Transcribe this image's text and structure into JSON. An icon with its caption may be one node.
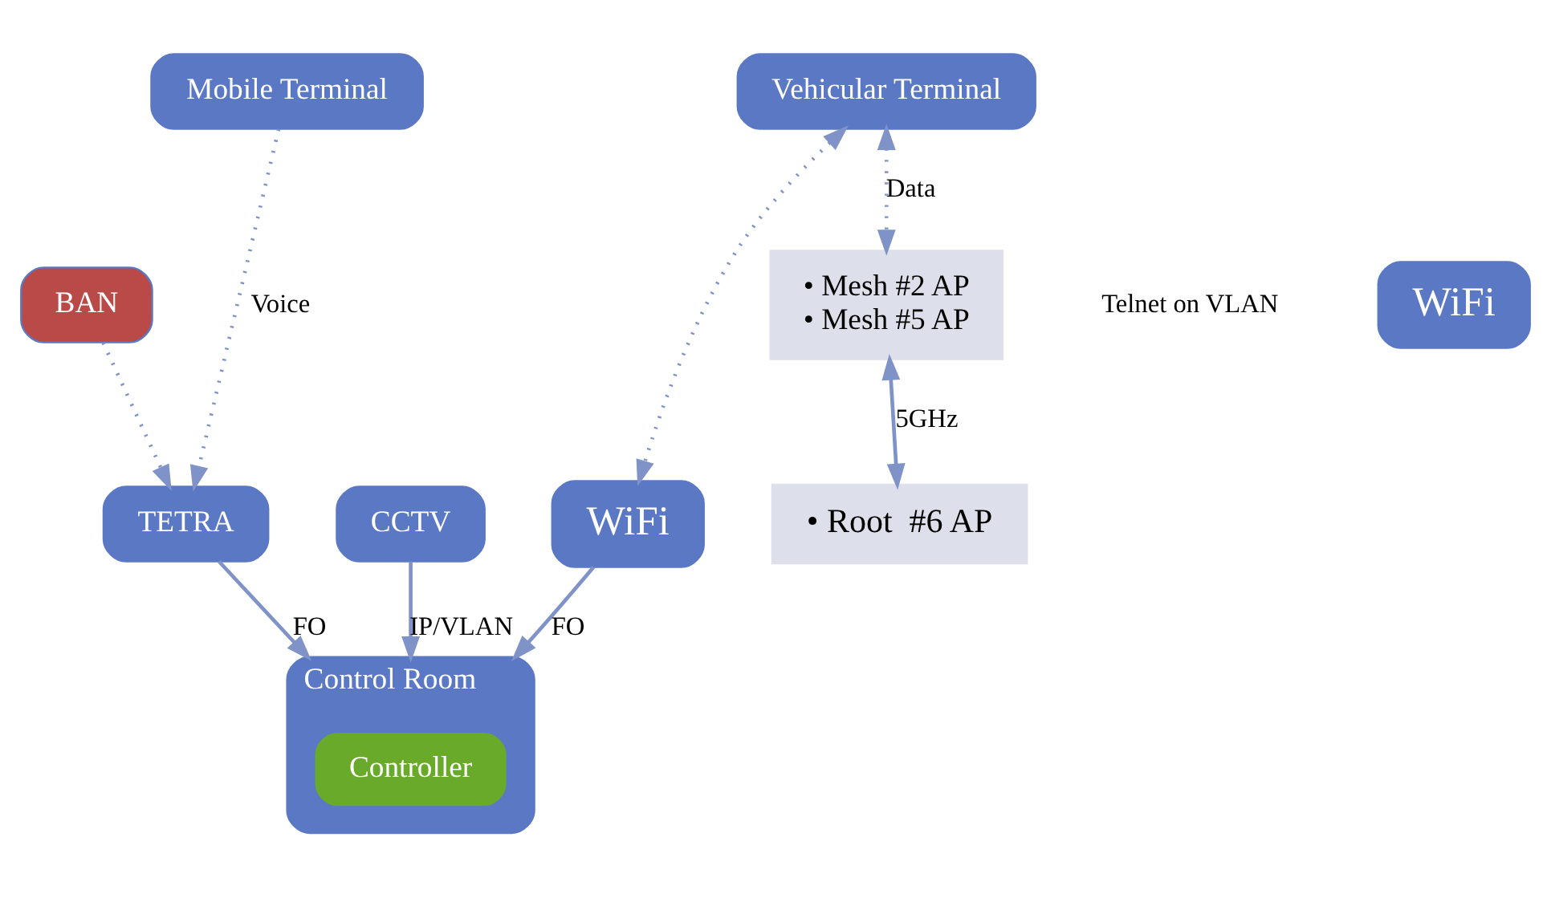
{
  "diagram": {
    "nodes": [
      {
        "text": [
          "Control Room"
        ]
      },
      {
        "text": [
          "Controller"
        ],
        "in": 0
      },
      {
        "text": [
          "TETRA"
        ]
      },
      {
        "text": [
          "BAN"
        ]
      },
      {
        "text": [
          "Mobile Terminal"
        ]
      },
      {
        "text": [
          "CCTV"
        ]
      },
      {
        "text": [
          "WiFi"
        ]
      },
      {
        "text": [
          "• Root  #6 AP"
        ]
      },
      {
        "text": [
          "WiFi"
        ]
      },
      {
        "text": [
          "• Mesh #2 AP",
          "• Mesh #5 AP"
        ]
      },
      {
        "text": [
          "Vehicular Terminal"
        ]
      }
    ],
    "edges": [
      {
        "from": 2,
        "to": 0,
        "arrow": "to",
        "label": "FO"
      },
      {
        "from": 6,
        "to": 0,
        "arrow": "to",
        "label": "FO"
      },
      {
        "from": 5,
        "to": 0,
        "arrow": "to",
        "label": "IP/VLAN"
      },
      {
        "from": 3,
        "to": 2,
        "arrow": "to",
        "style": "dashed"
      },
      {
        "from": 4,
        "to": 2,
        "arrow": "to",
        "style": "dashed",
        "label": "Voice"
      },
      {
        "from": 7,
        "to": 9,
        "arrow": "both",
        "label": "5GHz"
      },
      {
        "from": 10,
        "to": 6,
        "arrow": "both",
        "style": "dashed"
      },
      {
        "from": 10,
        "to": 9,
        "arrow": "both",
        "style": "dashed",
        "label": "Data"
      }
    ],
    "labels": [
      "Telnet on VLAN"
    ]
  }
}
